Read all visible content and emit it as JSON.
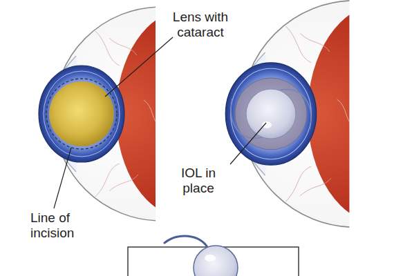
{
  "diagram": {
    "labels": [
      "Lens with cataract",
      "Line of incision",
      "IOL in place"
    ]
  }
}
